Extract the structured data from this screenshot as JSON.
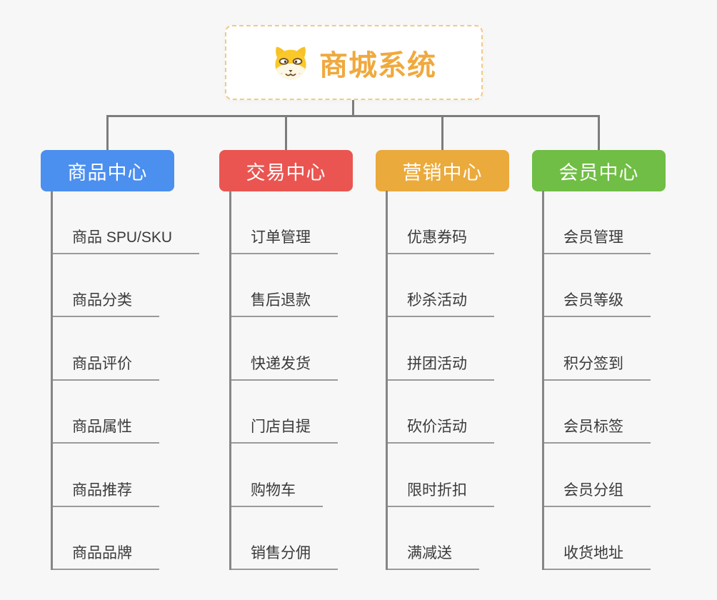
{
  "root": {
    "title": "商城系统",
    "icon": "shiba-dog-icon",
    "title_color": "#F0A93E",
    "border_color": "#F3C987"
  },
  "connector_color": "#7D7D7D",
  "branches": [
    {
      "label": "商品中心",
      "color": "#4B8FEF",
      "items": [
        "商品 SPU/SKU",
        "商品分类",
        "商品评价",
        "商品属性",
        "商品推荐",
        "商品品牌"
      ]
    },
    {
      "label": "交易中心",
      "color": "#EA5551",
      "items": [
        "订单管理",
        "售后退款",
        "快递发货",
        "门店自提",
        "购物车",
        "销售分佣"
      ]
    },
    {
      "label": "营销中心",
      "color": "#EBAA3C",
      "items": [
        "优惠券码",
        "秒杀活动",
        "拼团活动",
        "砍价活动",
        "限时折扣",
        "满减送"
      ]
    },
    {
      "label": "会员中心",
      "color": "#70BE45",
      "items": [
        "会员管理",
        "会员等级",
        "积分签到",
        "会员标签",
        "会员分组",
        "收货地址"
      ]
    }
  ]
}
